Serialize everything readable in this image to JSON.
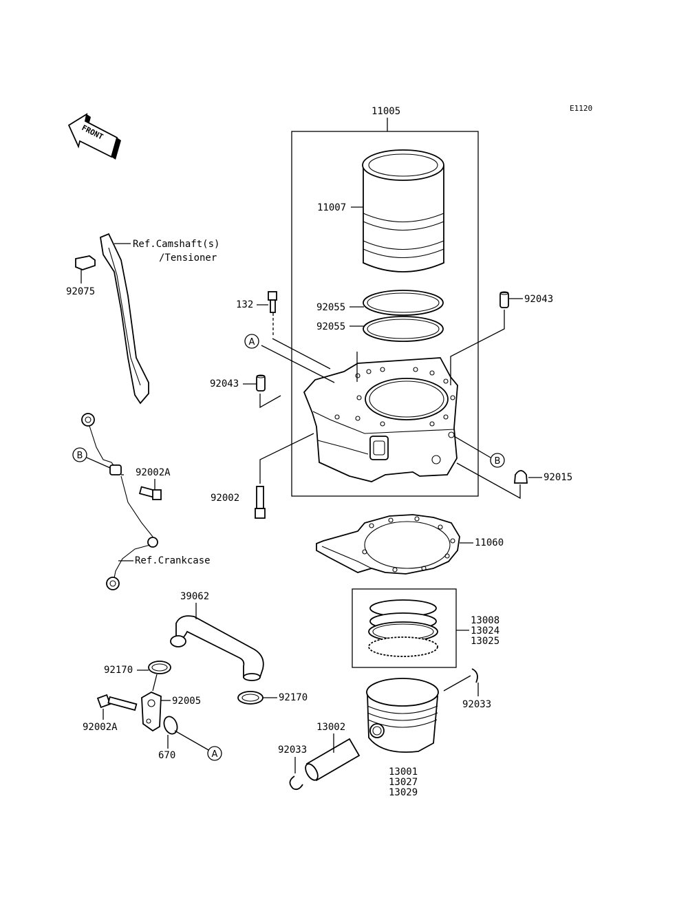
{
  "diagram_code": "E1120",
  "front_arrow": {
    "text": "FRONT",
    "icon": "front-direction-arrow-icon"
  },
  "groups": {
    "cylinder_group": "11005",
    "ring_set_group": [
      "13008",
      "13024",
      "13025"
    ],
    "piston_group": [
      "13001",
      "13027",
      "13029"
    ]
  },
  "labels": {
    "p11007": "11007",
    "p132": "132",
    "p92055a": "92055",
    "p92055b": "92055",
    "p92043r": "92043",
    "p92043l": "92043",
    "p92002": "92002",
    "p92015": "92015",
    "p11060": "11060",
    "p92075": "92075",
    "p92002a_top": "92002A",
    "p39062": "39062",
    "p92170_left": "92170",
    "p92170_right": "92170",
    "p92005": "92005",
    "p92002a_bottom": "92002A",
    "p670": "670",
    "p13002": "13002",
    "p92033_right": "92033",
    "p92033_left": "92033"
  },
  "refs": {
    "camshaft_line1": "Ref.Camshaft(s)",
    "camshaft_line2": "/Tensioner",
    "crankcase": "Ref.Crankcase"
  },
  "markers": {
    "a": "A",
    "b": "B"
  }
}
